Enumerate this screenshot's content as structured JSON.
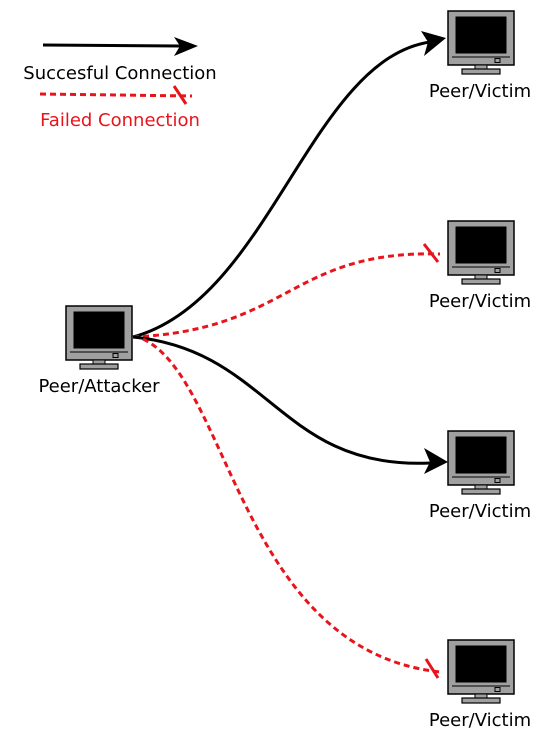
{
  "colors": {
    "success": "#000000",
    "failed": "#e8141c",
    "monitor_frame": "#a0a0a0",
    "monitor_screen": "#000000"
  },
  "legend": {
    "success_label": "Succesful Connection",
    "failed_label": "Failed Connection"
  },
  "attacker": {
    "label": "Peer/Attacker",
    "icon": "computer-monitor-icon"
  },
  "victims": [
    {
      "label": "Peer/Victim",
      "connection": "successful",
      "icon": "computer-monitor-icon"
    },
    {
      "label": "Peer/Victim",
      "connection": "failed",
      "icon": "computer-monitor-icon"
    },
    {
      "label": "Peer/Victim",
      "connection": "successful",
      "icon": "computer-monitor-icon"
    },
    {
      "label": "Peer/Victim",
      "connection": "failed",
      "icon": "computer-monitor-icon"
    }
  ]
}
